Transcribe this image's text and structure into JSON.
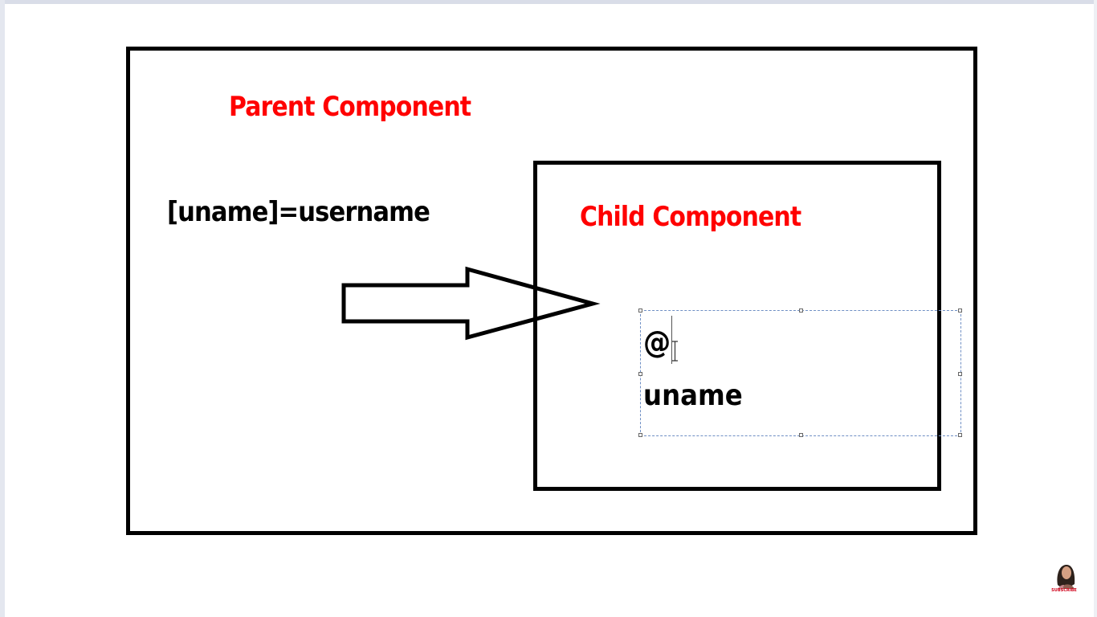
{
  "diagram": {
    "parent_label": "Parent Component",
    "parent_binding": "[uname]=username",
    "child_label": "Child Component",
    "child_decorator_symbol": "@",
    "child_property": "uname"
  },
  "overlay": {
    "subscribe_text": "SUBSCRIBE"
  },
  "colors": {
    "label_color": "#ff0000",
    "border_color": "#000000",
    "selection_color": "#6f8fc4"
  },
  "icons": {
    "arrow": "right-arrow-icon",
    "cursor": "text-cursor-icon"
  }
}
